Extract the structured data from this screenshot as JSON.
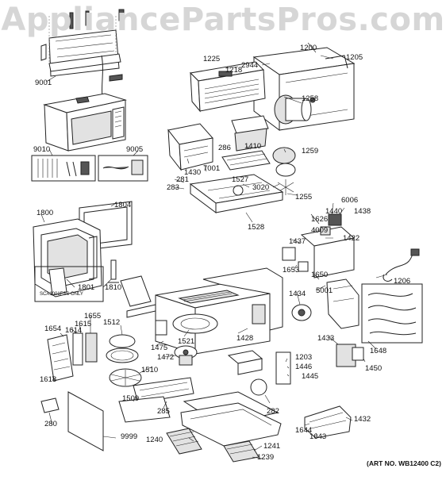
{
  "watermark": "AppliancePartsPros.com",
  "art_number": "(ART NO. WB12400 C2)",
  "inset_text": "SCA1001FSS ONLY",
  "part_labels": [
    "9001",
    "9010",
    "9005",
    "1225",
    "1218",
    "2944",
    "1200",
    "1205",
    "1258",
    "1410",
    "286",
    "1259",
    "7001",
    "1430",
    "281",
    "283",
    "1527",
    "3020",
    "1255",
    "1528",
    "1804",
    "1800",
    "1801",
    "1810",
    "6006",
    "1440",
    "1438",
    "1626",
    "4009",
    "1422",
    "1437",
    "1653",
    "1650",
    "5001",
    "1206",
    "1434",
    "1512",
    "1475",
    "1521",
    "1428",
    "1472",
    "1654",
    "1655",
    "1615",
    "1614",
    "1618",
    "1510",
    "1509",
    "285",
    "280",
    "9999",
    "1203",
    "1446",
    "1445",
    "1433",
    "1450",
    "1648",
    "282",
    "1644",
    "1643",
    "1432",
    "1240",
    "1241",
    "1239"
  ]
}
